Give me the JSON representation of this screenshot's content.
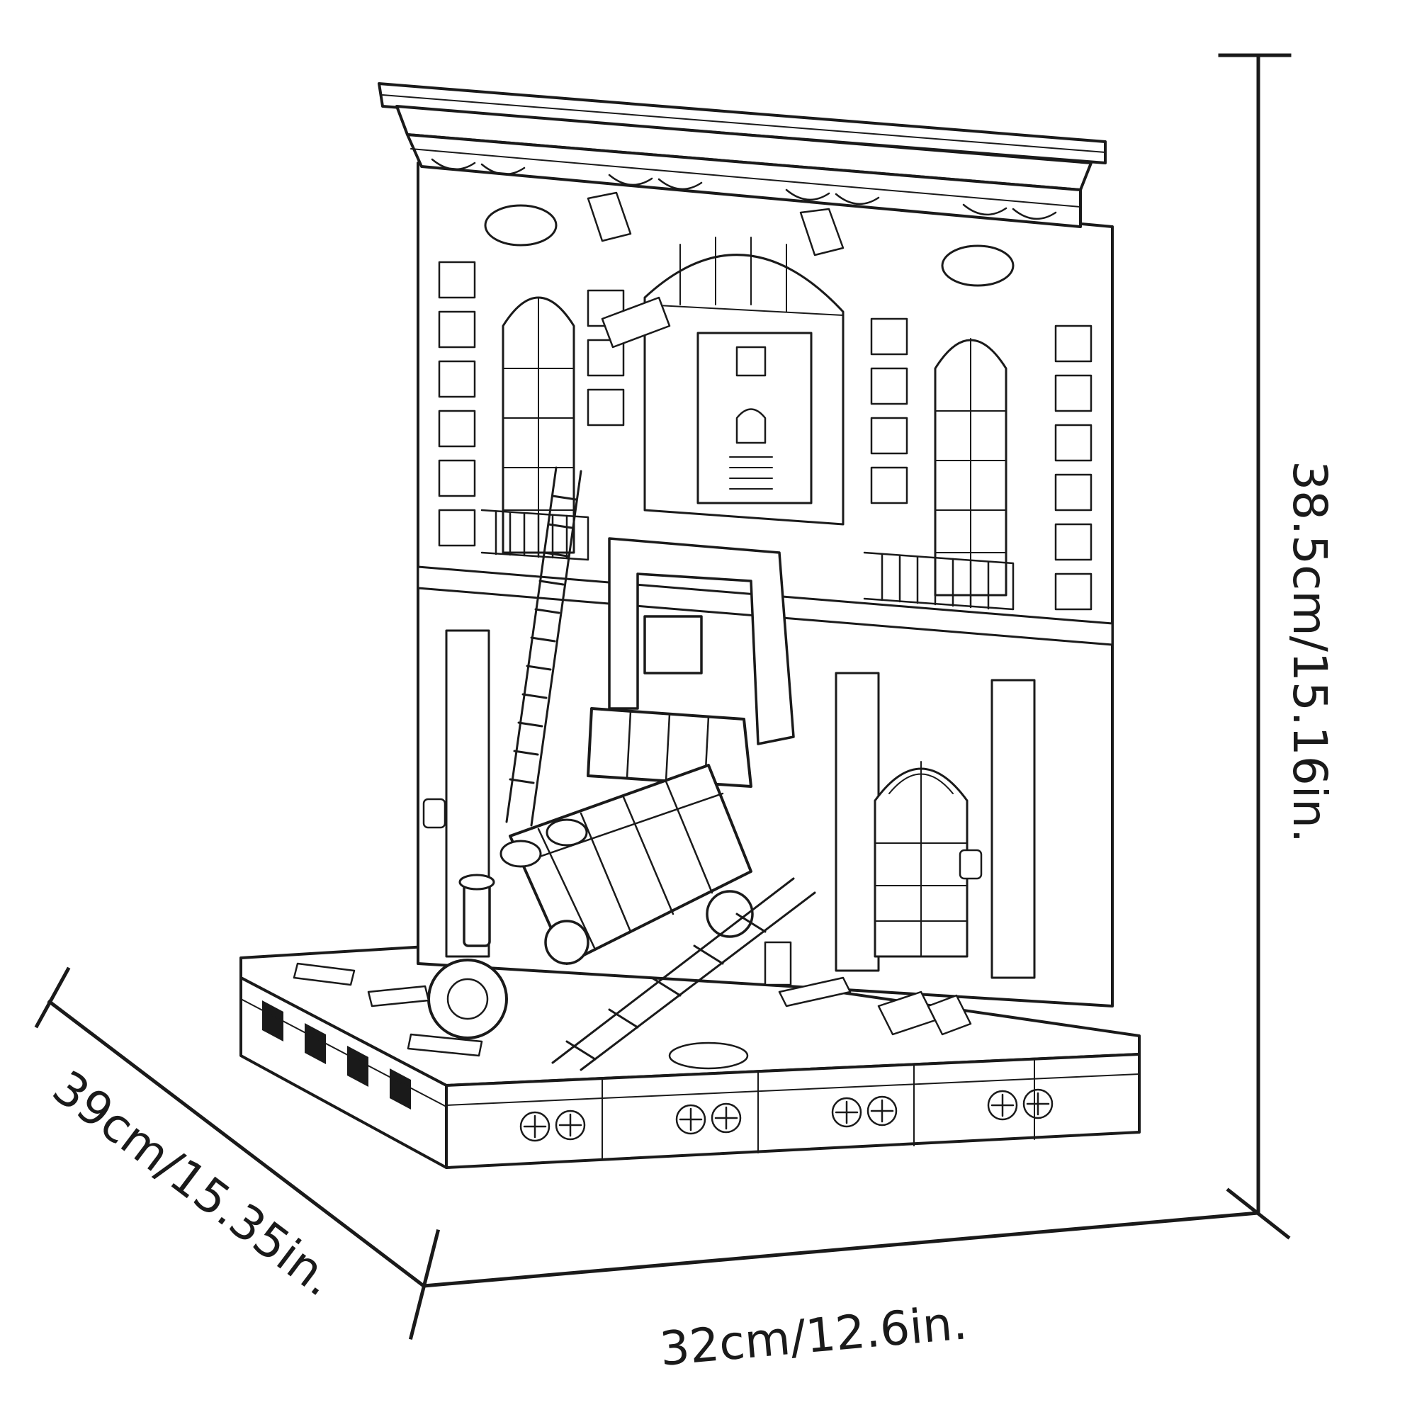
{
  "dimensions": {
    "depth": "39cm/15.35in.",
    "width": "32cm/12.6in.",
    "height": "38.5cm/15.16in."
  },
  "colors": {
    "ink": "#1a1a1a",
    "background": "#ffffff"
  }
}
